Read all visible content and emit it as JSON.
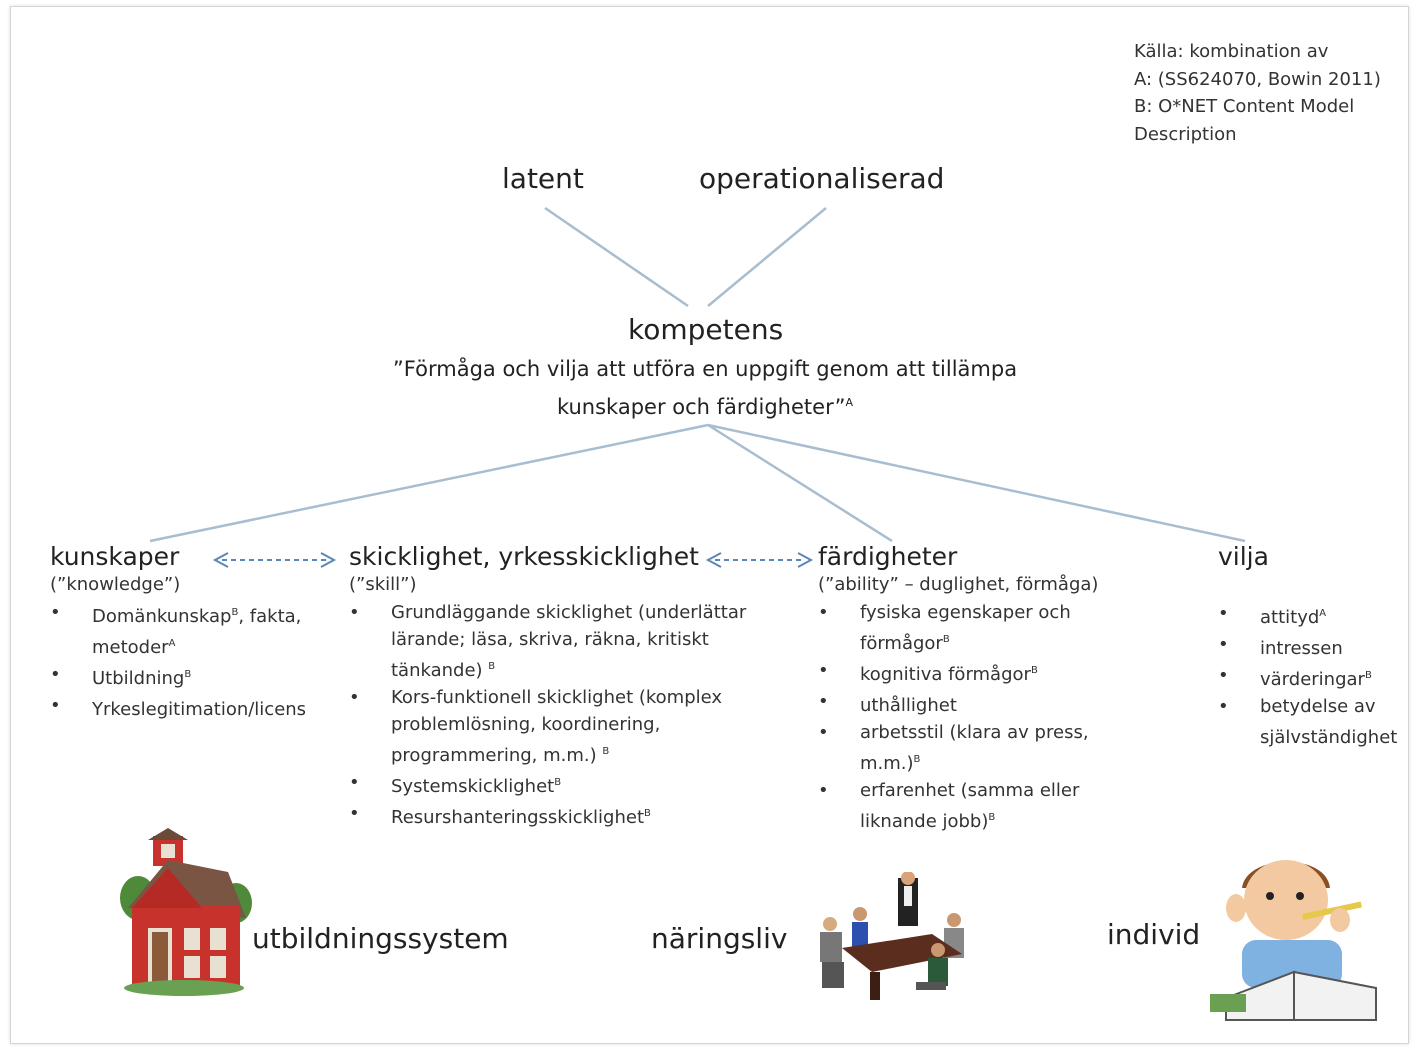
{
  "source_note": {
    "lines": [
      "Källa: kombination  av",
      "A: (SS624070, Bowin 2011)",
      "B: O*NET Content Model",
      "Description"
    ]
  },
  "top": {
    "latent": "latent",
    "operationalized": "operationaliserad"
  },
  "center": {
    "title": "kompetens",
    "definition_line1": "”Förmåga och vilja att utföra en uppgift genom att tillämpa",
    "definition_line2": "kunskaper och färdigheter”",
    "definition_ref": "A"
  },
  "columns": [
    {
      "title": "kunskaper",
      "subtitle": "(”knowledge”)",
      "items": [
        {
          "text": "Domänkunskap",
          "ref": "B",
          "rest": ", fakta, metoder",
          "ref2": "A"
        },
        {
          "text": "Utbildning",
          "ref": "B"
        },
        {
          "text": "Yrkeslegitimation/licens",
          "ref": ""
        }
      ]
    },
    {
      "title": "skicklighet, yrkesskicklighet",
      "subtitle": "(”skill”)",
      "items": [
        {
          "text": "Grundläggande skicklighet (underlättar lärande; läsa, skriva, räkna, kritiskt tänkande) ",
          "ref": "B"
        },
        {
          "text": "Kors-funktionell skicklighet (komplex problemlösning, koordinering, programmering, m.m.) ",
          "ref": "B"
        },
        {
          "text": "Systemskicklighet",
          "ref": "B"
        },
        {
          "text": "Resurshanteringsskicklighet",
          "ref": "B"
        }
      ]
    },
    {
      "title": "färdigheter",
      "subtitle": "(”ability” – duglighet, förmåga)",
      "items": [
        {
          "text": "fysiska egenskaper och förmågor",
          "ref": "B"
        },
        {
          "text": "kognitiva förmågor",
          "ref": "B"
        },
        {
          "text": "uthållighet",
          "ref": ""
        },
        {
          "text": "arbetsstil (klara av press, m.m.)",
          "ref": "B"
        },
        {
          "text": "erfarenhet (samma eller liknande jobb)",
          "ref": "B"
        }
      ]
    },
    {
      "title": "vilja",
      "subtitle": "",
      "items": [
        {
          "text": "attityd",
          "ref": "A"
        },
        {
          "text": "intressen",
          "ref": ""
        },
        {
          "text": "värderingar",
          "ref": "B"
        },
        {
          "text": "betydelse av självständighet",
          "ref": ""
        }
      ]
    }
  ],
  "bottom": {
    "education": "utbildningssystem",
    "business": "näringsliv",
    "individual": "individ"
  },
  "colors": {
    "connector": "#a9bdd0",
    "arrow": "#5b87b8",
    "house": "#c8322c",
    "table": "#5a2d1e",
    "shirt": "#7fb2e0"
  }
}
